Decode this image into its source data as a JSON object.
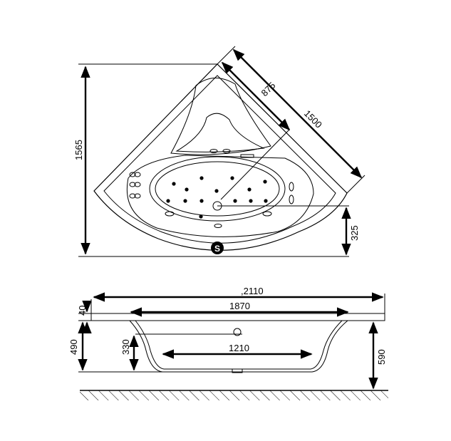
{
  "plan_view": {
    "dimensions": {
      "depth_left": "1565",
      "diagonal_inner": "875",
      "diagonal_outer": "1500",
      "offset_right": "325"
    },
    "logo_letter": "S"
  },
  "side_view": {
    "dimensions": {
      "overall_length": ",2110",
      "inner_length": "1870",
      "bottom_length": "1210",
      "rim_thickness": "40",
      "tub_depth": "490",
      "overflow_height": "330",
      "total_height": "590"
    }
  },
  "jets": {
    "plan_dots_count": 14
  }
}
